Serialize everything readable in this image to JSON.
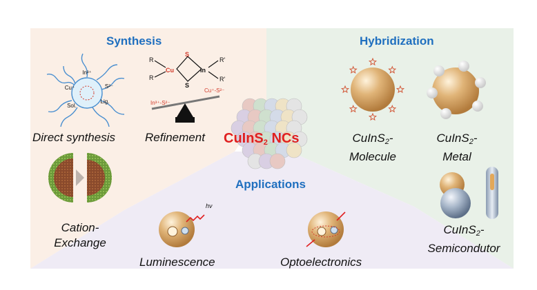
{
  "sections": {
    "synthesis": {
      "title": "Synthesis",
      "items": {
        "direct": "Direct synthesis",
        "refinement": "Refinement",
        "cation_exchange_line1": "Cation-",
        "cation_exchange_line2": "Exchange"
      }
    },
    "hybridization": {
      "title": "Hybridization",
      "items": {
        "molecule_prefix": "CuInS",
        "molecule_sub": "2",
        "molecule_suffix": "-",
        "molecule_line2": "Molecule",
        "metal_prefix": "CuInS",
        "metal_sub": "2",
        "metal_suffix": "-",
        "metal_line2": "Metal",
        "semi_prefix": "CuInS",
        "semi_sub": "2",
        "semi_suffix": "-",
        "semi_line2": "Semicondutor"
      }
    },
    "applications": {
      "title": "Applications",
      "items": {
        "luminescence": "Luminescence",
        "optoelectronics": "Optoelectronics"
      }
    }
  },
  "center": {
    "prefix": "CuInS",
    "sub": "2",
    "suffix": " NCs"
  },
  "small_labels": {
    "in3": "In³⁺",
    "cu_plus": "Cu⁺",
    "s2": "S²⁻",
    "sol": "Sol.",
    "lig": "Lig.",
    "r": "R",
    "r_prime": "R'",
    "cu": "Cu",
    "in": "In",
    "s": "S",
    "in_s": "In³⁺-S²⁻",
    "cu_s": "Cu⁺-S²⁻",
    "hv": "hν"
  },
  "colors": {
    "synthesis_bg": "#fbefe6",
    "hybridization_bg": "#e9f1e8",
    "applications_bg": "#efebf5",
    "title_blue": "#1f6fbf",
    "center_red": "#e02020",
    "gold": "#c99a5a",
    "silver": "#8ea0b8",
    "cu_red": "#d23a2a"
  }
}
